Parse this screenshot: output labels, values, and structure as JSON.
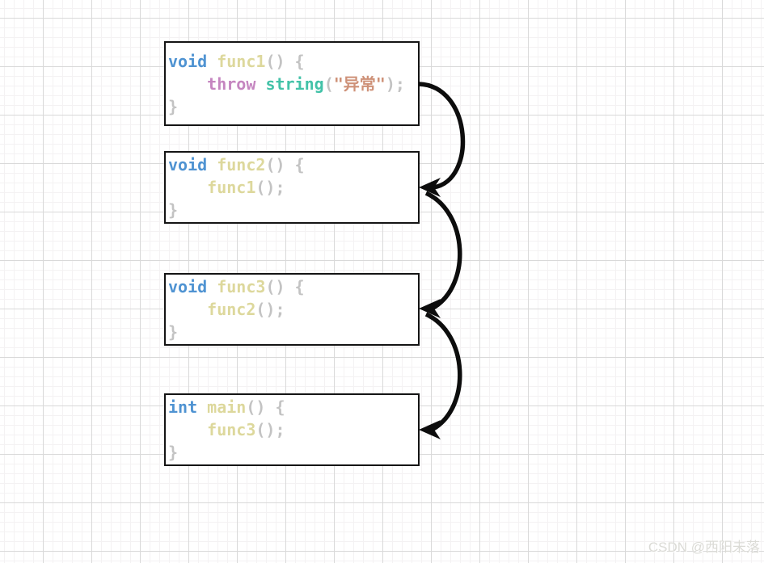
{
  "diagram": {
    "kind": "exception-propagation-call-chain",
    "box_border_color": "#141414",
    "box_fill_color": "#ffffff",
    "arrow_color": "#0d0d0d",
    "grid_minor_color": "#f4f2f3",
    "grid_major_color": "#d9d9d9"
  },
  "token_colors": {
    "keyword": "#4f93d2",
    "function": "#ddd89c",
    "control": "#c586c0",
    "type": "#43c2a8",
    "string": "#ce9178",
    "punct": "#c3c3c3"
  },
  "boxes": [
    {
      "id": "func1",
      "code_text": "void func1() {\n    throw string(\"异常\");\n}",
      "lines": [
        [
          {
            "t": "void",
            "c": "keyword"
          },
          {
            "t": " ",
            "c": "punct"
          },
          {
            "t": "func1",
            "c": "function"
          },
          {
            "t": "() {",
            "c": "punct"
          }
        ],
        [
          {
            "t": "    ",
            "c": "punct"
          },
          {
            "t": "throw",
            "c": "control"
          },
          {
            "t": " ",
            "c": "punct"
          },
          {
            "t": "string",
            "c": "type"
          },
          {
            "t": "(",
            "c": "punct"
          },
          {
            "t": "\"异常\"",
            "c": "string"
          },
          {
            "t": ");",
            "c": "punct"
          }
        ],
        [
          {
            "t": "}",
            "c": "punct"
          }
        ]
      ]
    },
    {
      "id": "func2",
      "code_text": "void func2() {\n    func1();\n}",
      "lines": [
        [
          {
            "t": "void",
            "c": "keyword"
          },
          {
            "t": " ",
            "c": "punct"
          },
          {
            "t": "func2",
            "c": "function"
          },
          {
            "t": "() {",
            "c": "punct"
          }
        ],
        [
          {
            "t": "    ",
            "c": "punct"
          },
          {
            "t": "func1",
            "c": "function"
          },
          {
            "t": "();",
            "c": "punct"
          }
        ],
        [
          {
            "t": "}",
            "c": "punct"
          }
        ]
      ]
    },
    {
      "id": "func3",
      "code_text": "void func3() {\n    func2();\n}",
      "lines": [
        [
          {
            "t": "void",
            "c": "keyword"
          },
          {
            "t": " ",
            "c": "punct"
          },
          {
            "t": "func3",
            "c": "function"
          },
          {
            "t": "() {",
            "c": "punct"
          }
        ],
        [
          {
            "t": "    ",
            "c": "punct"
          },
          {
            "t": "func2",
            "c": "function"
          },
          {
            "t": "();",
            "c": "punct"
          }
        ],
        [
          {
            "t": "}",
            "c": "punct"
          }
        ]
      ]
    },
    {
      "id": "main",
      "code_text": "int main() {\n    func3();\n}",
      "lines": [
        [
          {
            "t": "int",
            "c": "keyword"
          },
          {
            "t": " ",
            "c": "punct"
          },
          {
            "t": "main",
            "c": "function"
          },
          {
            "t": "() {",
            "c": "punct"
          }
        ],
        [
          {
            "t": "    ",
            "c": "punct"
          },
          {
            "t": "func3",
            "c": "function"
          },
          {
            "t": "();",
            "c": "punct"
          }
        ],
        [
          {
            "t": "}",
            "c": "punct"
          }
        ]
      ]
    }
  ],
  "arrows": [
    {
      "from": "func1",
      "to": "func2"
    },
    {
      "from": "func2",
      "to": "func3"
    },
    {
      "from": "func3",
      "to": "main"
    }
  ],
  "watermark": {
    "text": "CSDN @西阳未落"
  }
}
